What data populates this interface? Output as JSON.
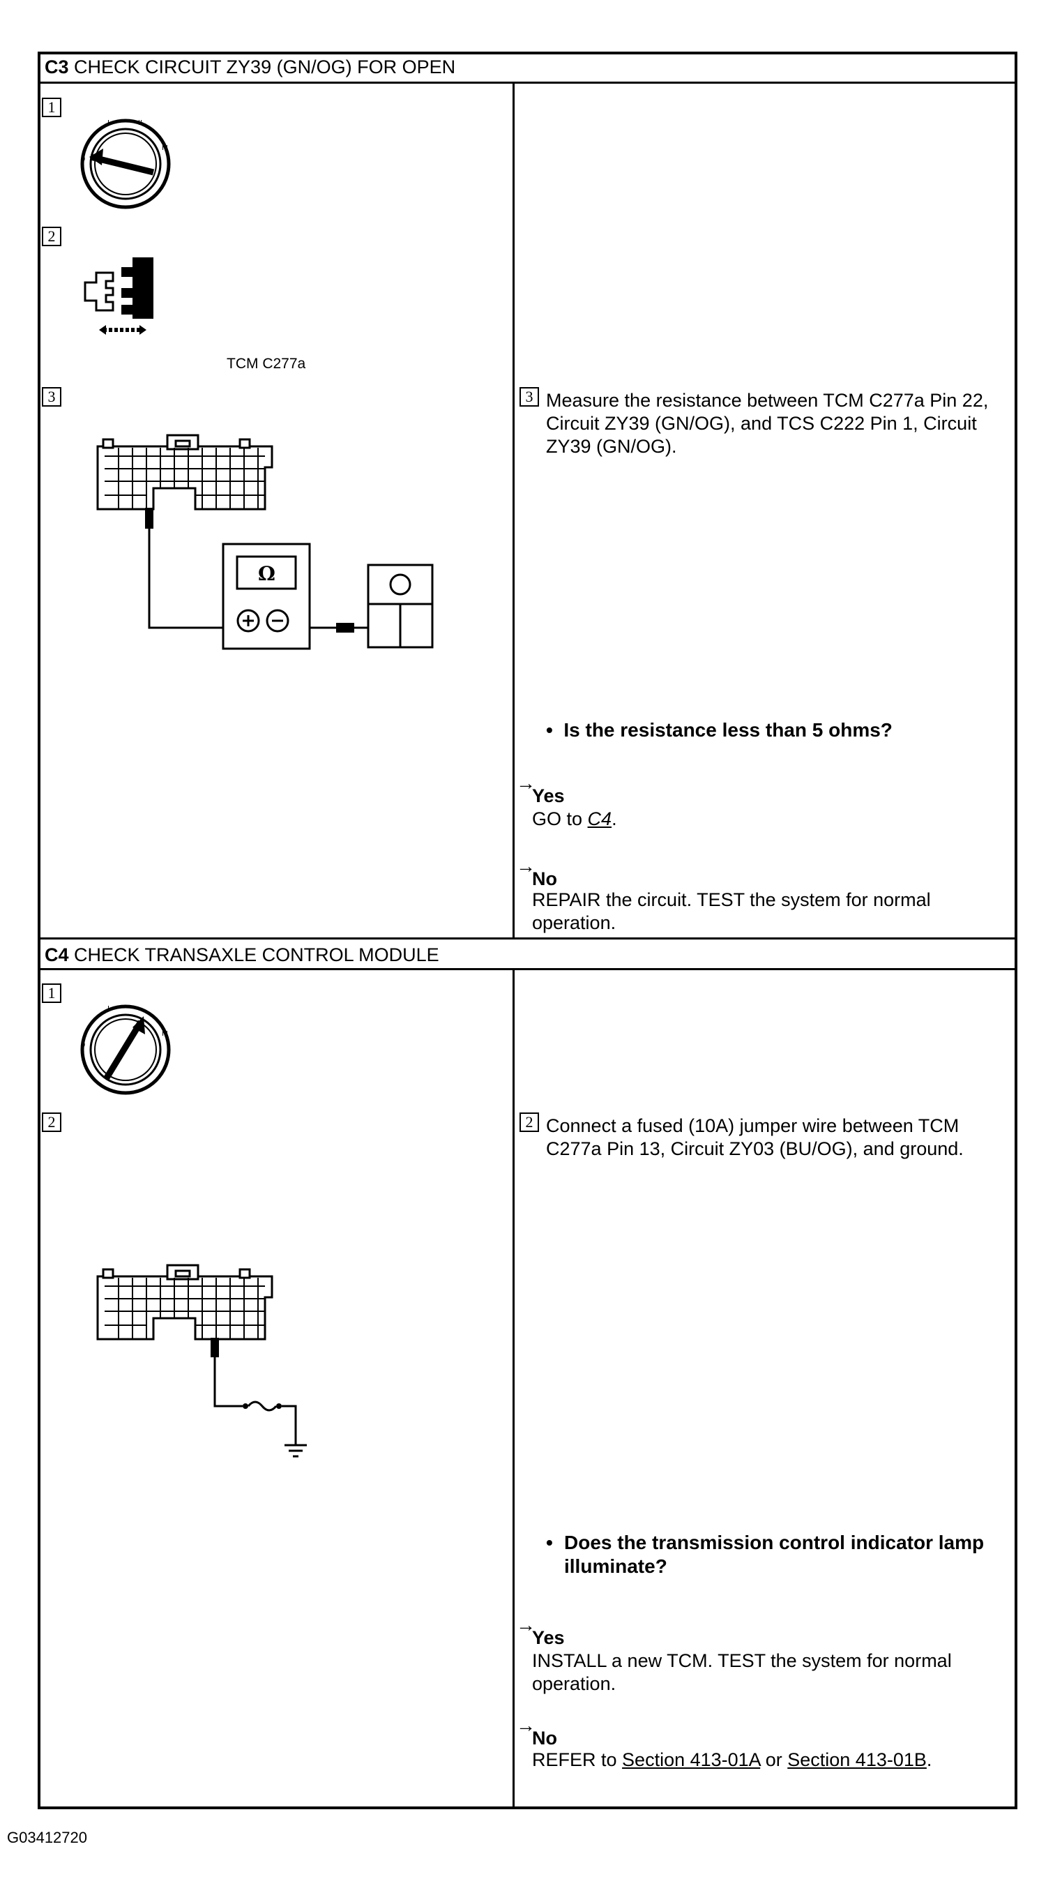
{
  "c3": {
    "header_code": "C3",
    "header_title": "CHECK CIRCUIT ZY39 (GN/OG) FOR OPEN",
    "steps": [
      "1",
      "2",
      "3"
    ],
    "connector_label": "TCM C277a",
    "ohm_symbol": "Ω",
    "instruction": "Measure the resistance between TCM C277a Pin 22, Circuit ZY39 (GN/OG), and TCS C222 Pin 1, Circuit ZY39 (GN/OG).",
    "question": "Is the resistance less than 5 ohms?",
    "yes_label": "Yes",
    "yes_text": "GO to",
    "yes_link": "C4",
    "yes_tail": ".",
    "no_label": "No",
    "no_text": "REPAIR the circuit. TEST the system for normal operation."
  },
  "c4": {
    "header_code": "C4",
    "header_title": "CHECK TRANSAXLE CONTROL MODULE",
    "steps": [
      "1",
      "2"
    ],
    "instruction": "Connect a fused (10A) jumper wire between TCM C277a Pin 13, Circuit ZY03 (BU/OG), and ground.",
    "question": "Does the transmission control indicator lamp illuminate?",
    "yes_label": "Yes",
    "yes_text": "INSTALL a new TCM. TEST the system for normal operation.",
    "no_label": "No",
    "no_text_pre": "REFER to",
    "no_link1": "Section 413-01A",
    "no_text_mid": "or",
    "no_link2": "Section 413-01B",
    "no_tail": "."
  },
  "arrow_glyph": "→",
  "bullet_glyph": "•",
  "figure_id": "G03412720"
}
